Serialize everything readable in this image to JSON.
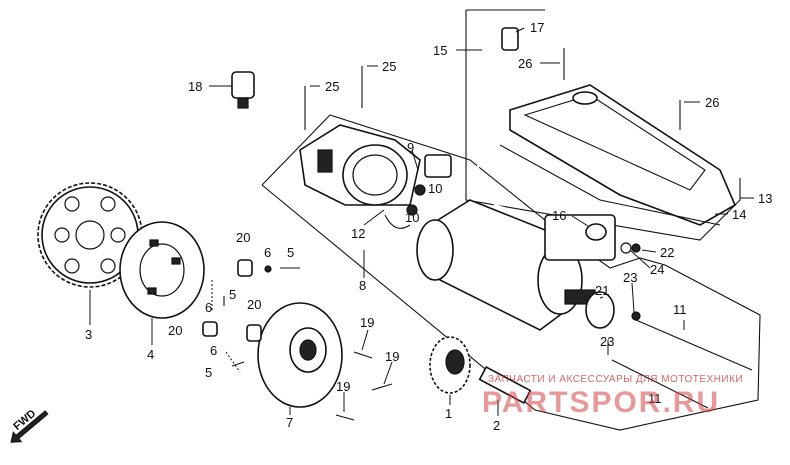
{
  "callouts": {
    "c1": "1",
    "c2": "2",
    "c3": "3",
    "c4": "4",
    "c5a": "5",
    "c5b": "5",
    "c5c": "5",
    "c6a": "6",
    "c6b": "6",
    "c6c": "6",
    "c7": "7",
    "c8": "8",
    "c9": "9",
    "c10a": "10",
    "c10b": "10",
    "c11a": "11",
    "c11b": "11",
    "c12": "12",
    "c13": "13",
    "c14": "14",
    "c15": "15",
    "c16": "16",
    "c17": "17",
    "c18": "18",
    "c19a": "19",
    "c19b": "19",
    "c19c": "19",
    "c20a": "20",
    "c20b": "20",
    "c20c": "20",
    "c21": "21",
    "c22": "22",
    "c23a": "23",
    "c23b": "23",
    "c24": "24",
    "c25a": "25",
    "c25b": "25",
    "c26a": "26",
    "c26b": "26"
  },
  "fwd_label": "FWD",
  "watermark": {
    "line1": "ЗАПЧАСТИ И АКСЕССУАРЫ ДЛЯ МОТОТЕХНИКИ",
    "line2": "PARTSPOR.RU"
  },
  "colors": {
    "ink": "#111111",
    "watermark": "#d64545",
    "background": "#ffffff"
  }
}
